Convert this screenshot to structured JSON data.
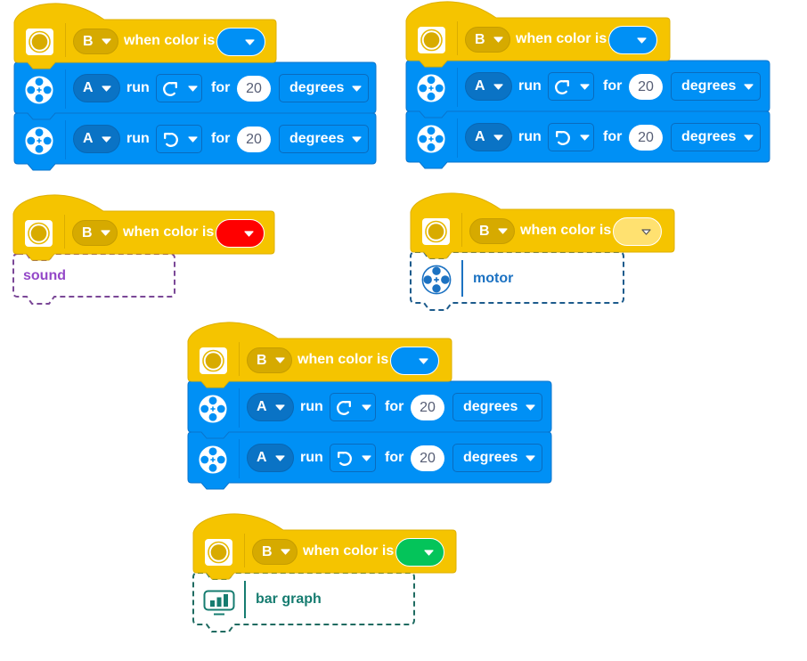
{
  "workspace": {
    "blocks": [
      {
        "hat": {
          "icon": "color-sensor-icon",
          "port": "B",
          "label": "when color is",
          "color": "#0090f5"
        },
        "stack": [
          {
            "icon": "motor-icon",
            "port": "A",
            "verb": "run",
            "direction_icon": "clockwise-arrow-icon",
            "for_label": "for",
            "amount": "20",
            "unit": "degrees"
          },
          {
            "icon": "motor-icon",
            "port": "A",
            "verb": "run",
            "direction_icon": "counterclockwise-arrow-icon",
            "for_label": "for",
            "amount": "20",
            "unit": "degrees"
          }
        ]
      },
      {
        "hat": {
          "icon": "color-sensor-icon",
          "port": "B",
          "label": "when color is",
          "color": "#0090f5"
        },
        "stack": [
          {
            "icon": "motor-icon",
            "port": "A",
            "verb": "run",
            "direction_icon": "clockwise-arrow-icon",
            "for_label": "for",
            "amount": "20",
            "unit": "degrees"
          },
          {
            "icon": "motor-icon",
            "port": "A",
            "verb": "run",
            "direction_icon": "counterclockwise-arrow-icon",
            "for_label": "for",
            "amount": "20",
            "unit": "degrees"
          }
        ]
      },
      {
        "hat": {
          "icon": "color-sensor-icon",
          "port": "B",
          "label": "when color is",
          "color": "#ff0000"
        },
        "placeholder": {
          "label": "sound",
          "icon": null,
          "accent": "#9448c8",
          "outline": "#7b4897"
        }
      },
      {
        "hat": {
          "icon": "color-sensor-icon",
          "port": "B",
          "label": "when color is",
          "color": "#ffe170"
        },
        "placeholder": {
          "label": "motor",
          "icon": "motor-icon",
          "accent": "#1c72c2",
          "outline": "#1d5b8c"
        }
      },
      {
        "hat": {
          "icon": "color-sensor-icon",
          "port": "B",
          "label": "when color is",
          "color": "#0090f5"
        },
        "stack": [
          {
            "icon": "motor-icon",
            "port": "A",
            "verb": "run",
            "direction_icon": "clockwise-arrow-icon",
            "for_label": "for",
            "amount": "20",
            "unit": "degrees"
          },
          {
            "icon": "motor-icon",
            "port": "A",
            "verb": "run",
            "direction_icon": "counterclockwise-arrow-icon",
            "for_label": "for",
            "amount": "20",
            "unit": "degrees"
          }
        ]
      },
      {
        "hat": {
          "icon": "color-sensor-icon",
          "port": "B",
          "label": "when color is",
          "color": "#04c45a"
        },
        "placeholder": {
          "label": "bar graph",
          "icon": "bar-graph-icon",
          "accent": "#167c70",
          "outline": "#1f6b61"
        }
      }
    ]
  },
  "theme": {
    "event_yellow": "#f5c400",
    "event_yellow_edge": "#dfb000",
    "motor_blue": "#0090f5",
    "motor_blue_edge": "#0a74cc"
  }
}
